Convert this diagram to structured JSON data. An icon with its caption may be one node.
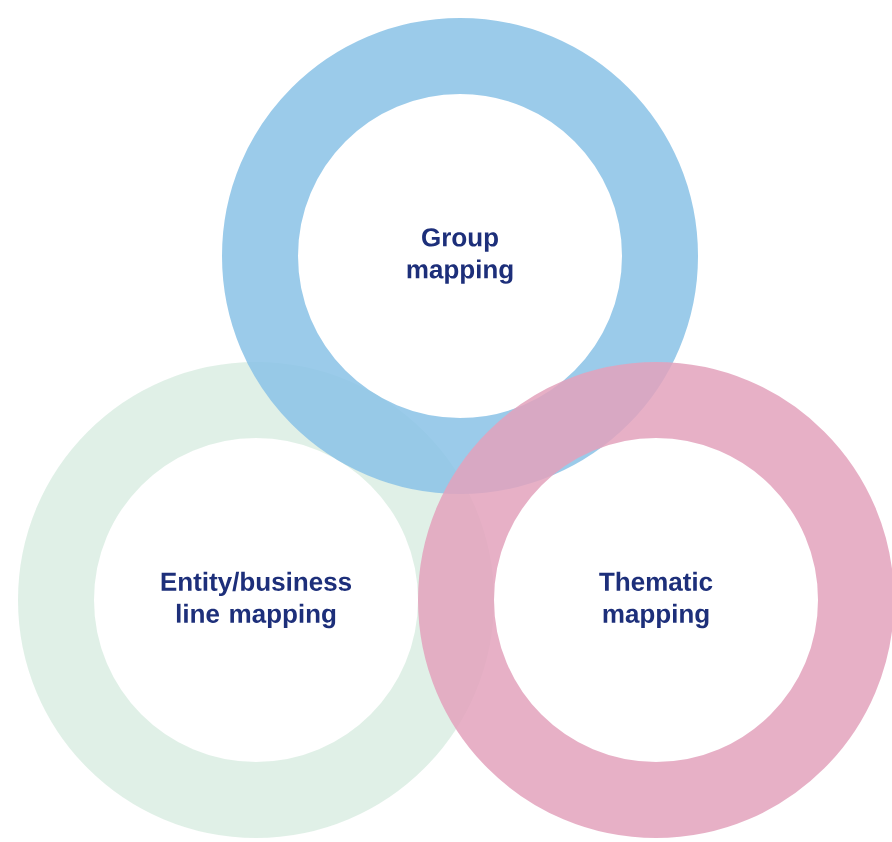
{
  "diagram": {
    "nodes": [
      {
        "text": [
          "Group mapping"
        ]
      },
      {
        "text": [
          "Entity/business line mapping"
        ]
      },
      {
        "text": [
          "Thematic mapping"
        ]
      }
    ]
  }
}
